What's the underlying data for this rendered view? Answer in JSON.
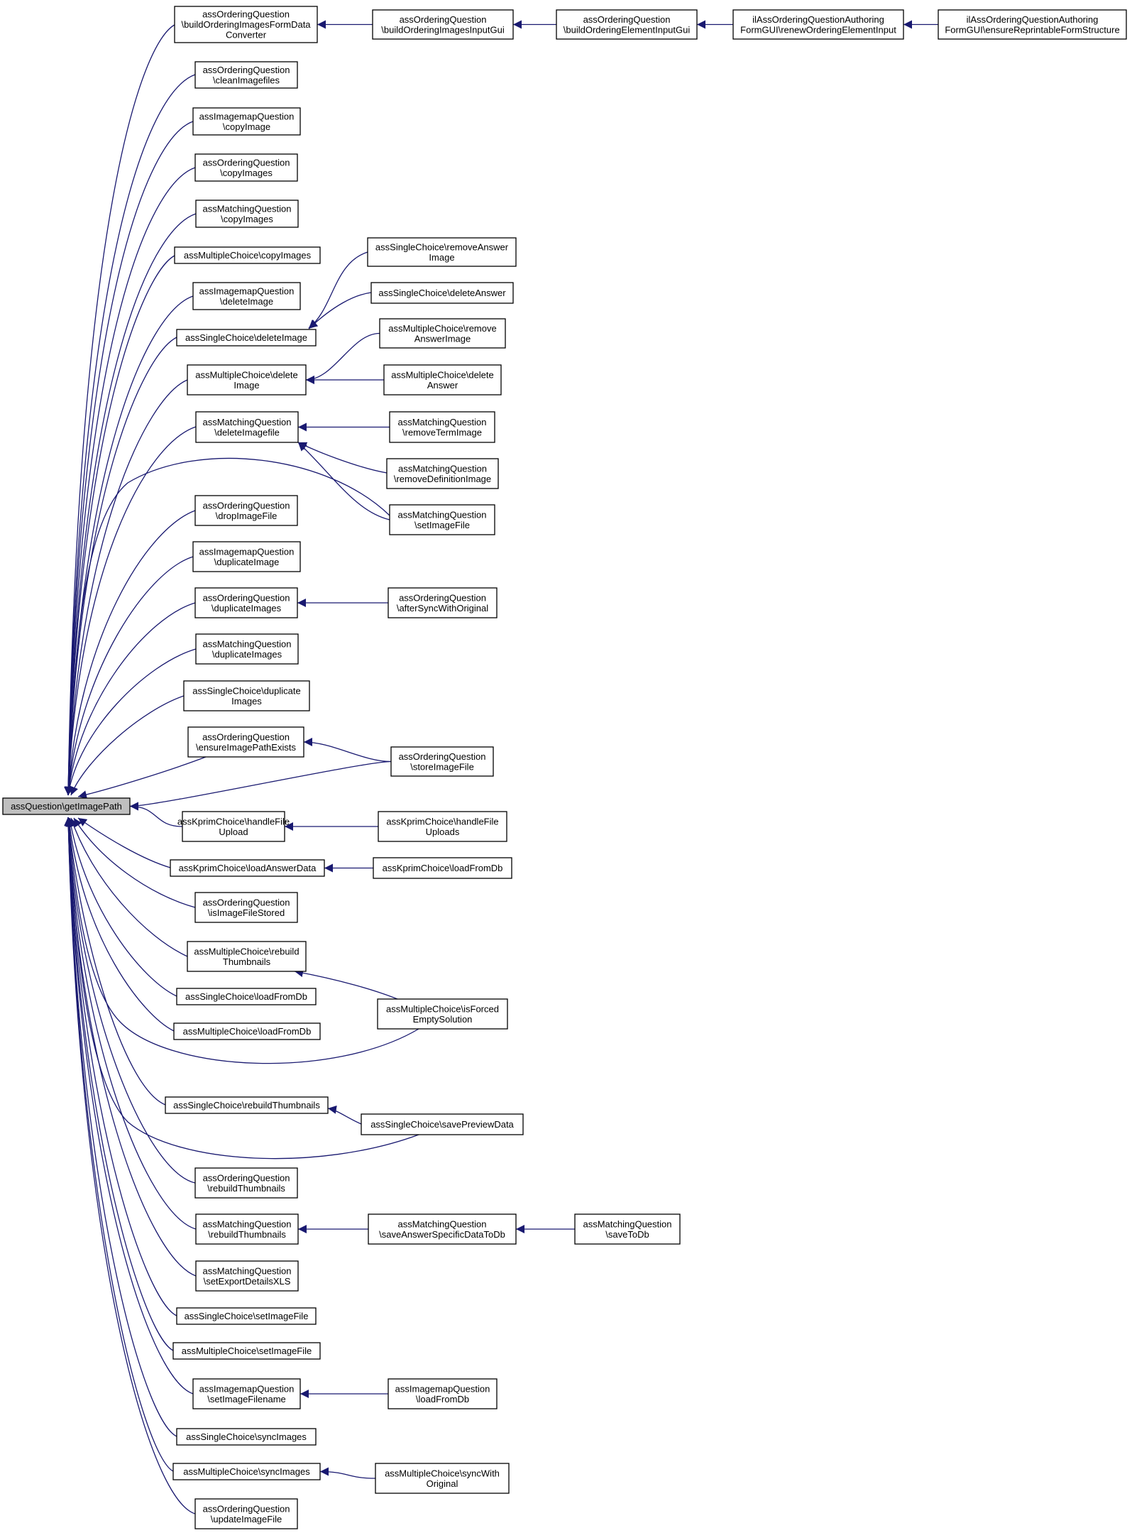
{
  "graph": {
    "nodes": [
      {
        "id": "root",
        "lines": [
          "assQuestion\\getImagePath"
        ]
      },
      {
        "id": "oq_build_conv",
        "lines": [
          "assOrderingQuestion",
          "\\buildOrderingImagesFormData",
          "Converter"
        ]
      },
      {
        "id": "oq_clean",
        "lines": [
          "assOrderingQuestion",
          "\\cleanImagefiles"
        ]
      },
      {
        "id": "imq_copy",
        "lines": [
          "assImagemapQuestion",
          "\\copyImage"
        ]
      },
      {
        "id": "oq_copyimgs",
        "lines": [
          "assOrderingQuestion",
          "\\copyImages"
        ]
      },
      {
        "id": "mq_copyimgs",
        "lines": [
          "assMatchingQuestion",
          "\\copyImages"
        ]
      },
      {
        "id": "mc_copyimgs",
        "lines": [
          "assMultipleChoice\\copyImages"
        ]
      },
      {
        "id": "imq_delete",
        "lines": [
          "assImagemapQuestion",
          "\\deleteImage"
        ]
      },
      {
        "id": "sc_delete",
        "lines": [
          "assSingleChoice\\deleteImage"
        ]
      },
      {
        "id": "mc_delete",
        "lines": [
          "assMultipleChoice\\delete",
          "Image"
        ]
      },
      {
        "id": "mq_delfile",
        "lines": [
          "assMatchingQuestion",
          "\\deleteImagefile"
        ]
      },
      {
        "id": "oq_drop",
        "lines": [
          "assOrderingQuestion",
          "\\dropImageFile"
        ]
      },
      {
        "id": "imq_dup",
        "lines": [
          "assImagemapQuestion",
          "\\duplicateImage"
        ]
      },
      {
        "id": "oq_dup",
        "lines": [
          "assOrderingQuestion",
          "\\duplicateImages"
        ]
      },
      {
        "id": "mq_dup",
        "lines": [
          "assMatchingQuestion",
          "\\duplicateImages"
        ]
      },
      {
        "id": "sc_dup",
        "lines": [
          "assSingleChoice\\duplicate",
          "Images"
        ]
      },
      {
        "id": "oq_ensure",
        "lines": [
          "assOrderingQuestion",
          "\\ensureImagePathExists"
        ]
      },
      {
        "id": "kp_handle",
        "lines": [
          "assKprimChoice\\handleFile",
          "Upload"
        ]
      },
      {
        "id": "kp_loadans",
        "lines": [
          "assKprimChoice\\loadAnswerData"
        ]
      },
      {
        "id": "oq_isstored",
        "lines": [
          "assOrderingQuestion",
          "\\isImageFileStored"
        ]
      },
      {
        "id": "mc_rebuild",
        "lines": [
          "assMultipleChoice\\rebuild",
          "Thumbnails"
        ]
      },
      {
        "id": "sc_load",
        "lines": [
          "assSingleChoice\\loadFromDb"
        ]
      },
      {
        "id": "mc_load",
        "lines": [
          "assMultipleChoice\\loadFromDb"
        ]
      },
      {
        "id": "sc_rebuild",
        "lines": [
          "assSingleChoice\\rebuildThumbnails"
        ]
      },
      {
        "id": "oq_rebuild",
        "lines": [
          "assOrderingQuestion",
          "\\rebuildThumbnails"
        ]
      },
      {
        "id": "mq_rebuild",
        "lines": [
          "assMatchingQuestion",
          "\\rebuildThumbnails"
        ]
      },
      {
        "id": "mq_export",
        "lines": [
          "assMatchingQuestion",
          "\\setExportDetailsXLS"
        ]
      },
      {
        "id": "sc_setfile",
        "lines": [
          "assSingleChoice\\setImageFile"
        ]
      },
      {
        "id": "mc_setfile",
        "lines": [
          "assMultipleChoice\\setImageFile"
        ]
      },
      {
        "id": "imq_setfn",
        "lines": [
          "assImagemapQuestion",
          "\\setImageFilename"
        ]
      },
      {
        "id": "sc_sync",
        "lines": [
          "assSingleChoice\\syncImages"
        ]
      },
      {
        "id": "mc_sync",
        "lines": [
          "assMultipleChoice\\syncImages"
        ]
      },
      {
        "id": "oq_update",
        "lines": [
          "assOrderingQuestion",
          "\\updateImageFile"
        ]
      },
      {
        "id": "oq_buildinput",
        "lines": [
          "assOrderingQuestion",
          "\\buildOrderingImagesInputGui"
        ]
      },
      {
        "id": "oq_buildelem",
        "lines": [
          "assOrderingQuestion",
          "\\buildOrderingElementInputGui"
        ]
      },
      {
        "id": "il_renew",
        "lines": [
          "ilAssOrderingQuestionAuthoring",
          "FormGUI\\renewOrderingElementInput"
        ]
      },
      {
        "id": "il_ensure",
        "lines": [
          "ilAssOrderingQuestionAuthoring",
          "FormGUI\\ensureReprintableFormStructure"
        ]
      },
      {
        "id": "sc_remans",
        "lines": [
          "assSingleChoice\\removeAnswer",
          "Image"
        ]
      },
      {
        "id": "sc_delans",
        "lines": [
          "assSingleChoice\\deleteAnswer"
        ]
      },
      {
        "id": "mc_remans",
        "lines": [
          "assMultipleChoice\\remove",
          "AnswerImage"
        ]
      },
      {
        "id": "mc_delans",
        "lines": [
          "assMultipleChoice\\delete",
          "Answer"
        ]
      },
      {
        "id": "mq_remterm",
        "lines": [
          "assMatchingQuestion",
          "\\removeTermImage"
        ]
      },
      {
        "id": "mq_remdef",
        "lines": [
          "assMatchingQuestion",
          "\\removeDefinitionImage"
        ]
      },
      {
        "id": "mq_setfile",
        "lines": [
          "assMatchingQuestion",
          "\\setImageFile"
        ]
      },
      {
        "id": "oq_aftersync",
        "lines": [
          "assOrderingQuestion",
          "\\afterSyncWithOriginal"
        ]
      },
      {
        "id": "oq_store",
        "lines": [
          "assOrderingQuestion",
          "\\storeImageFile"
        ]
      },
      {
        "id": "kp_handles",
        "lines": [
          "assKprimChoice\\handleFile",
          "Uploads"
        ]
      },
      {
        "id": "kp_load",
        "lines": [
          "assKprimChoice\\loadFromDb"
        ]
      },
      {
        "id": "mc_forced",
        "lines": [
          "assMultipleChoice\\isForced",
          "EmptySolution"
        ]
      },
      {
        "id": "sc_preview",
        "lines": [
          "assSingleChoice\\savePreviewData"
        ]
      },
      {
        "id": "mq_saveans",
        "lines": [
          "assMatchingQuestion",
          "\\saveAnswerSpecificDataToDb"
        ]
      },
      {
        "id": "mq_save",
        "lines": [
          "assMatchingQuestion",
          "\\saveToDb"
        ]
      },
      {
        "id": "imq_load",
        "lines": [
          "assImagemapQuestion",
          "\\loadFromDb"
        ]
      },
      {
        "id": "mc_syncorig",
        "lines": [
          "assMultipleChoice\\syncWith",
          "Original"
        ]
      }
    ],
    "edges": [
      [
        "oq_build_conv",
        "root"
      ],
      [
        "oq_clean",
        "root"
      ],
      [
        "imq_copy",
        "root"
      ],
      [
        "oq_copyimgs",
        "root"
      ],
      [
        "mq_copyimgs",
        "root"
      ],
      [
        "mc_copyimgs",
        "root"
      ],
      [
        "imq_delete",
        "root"
      ],
      [
        "sc_delete",
        "root"
      ],
      [
        "mc_delete",
        "root"
      ],
      [
        "mq_delfile",
        "root"
      ],
      [
        "mq_setfile",
        "root"
      ],
      [
        "oq_drop",
        "root"
      ],
      [
        "imq_dup",
        "root"
      ],
      [
        "oq_dup",
        "root"
      ],
      [
        "mq_dup",
        "root"
      ],
      [
        "sc_dup",
        "root"
      ],
      [
        "oq_ensure",
        "root"
      ],
      [
        "oq_store",
        "root"
      ],
      [
        "kp_handle",
        "root"
      ],
      [
        "kp_loadans",
        "root"
      ],
      [
        "oq_isstored",
        "root"
      ],
      [
        "mc_rebuild",
        "root"
      ],
      [
        "sc_load",
        "root"
      ],
      [
        "mc_load",
        "root"
      ],
      [
        "mc_forced",
        "root"
      ],
      [
        "sc_rebuild",
        "root"
      ],
      [
        "sc_preview",
        "root"
      ],
      [
        "oq_rebuild",
        "root"
      ],
      [
        "mq_rebuild",
        "root"
      ],
      [
        "mq_export",
        "root"
      ],
      [
        "sc_setfile",
        "root"
      ],
      [
        "mc_setfile",
        "root"
      ],
      [
        "imq_setfn",
        "root"
      ],
      [
        "sc_sync",
        "root"
      ],
      [
        "mc_sync",
        "root"
      ],
      [
        "oq_update",
        "root"
      ],
      [
        "oq_buildinput",
        "oq_build_conv"
      ],
      [
        "oq_buildelem",
        "oq_buildinput"
      ],
      [
        "il_renew",
        "oq_buildelem"
      ],
      [
        "il_ensure",
        "il_renew"
      ],
      [
        "sc_remans",
        "sc_delete"
      ],
      [
        "sc_delans",
        "sc_delete"
      ],
      [
        "mc_remans",
        "mc_delete"
      ],
      [
        "mc_delans",
        "mc_delete"
      ],
      [
        "mq_remterm",
        "mq_delfile"
      ],
      [
        "mq_remdef",
        "mq_delfile"
      ],
      [
        "mq_setfile",
        "mq_delfile"
      ],
      [
        "oq_aftersync",
        "oq_dup"
      ],
      [
        "oq_store",
        "oq_ensure"
      ],
      [
        "kp_handles",
        "kp_handle"
      ],
      [
        "kp_load",
        "kp_loadans"
      ],
      [
        "mc_forced",
        "mc_rebuild"
      ],
      [
        "sc_preview",
        "sc_rebuild"
      ],
      [
        "mq_saveans",
        "mq_rebuild"
      ],
      [
        "mq_save",
        "mq_saveans"
      ],
      [
        "imq_load",
        "imq_setfn"
      ],
      [
        "mc_syncorig",
        "mc_sync"
      ]
    ]
  }
}
